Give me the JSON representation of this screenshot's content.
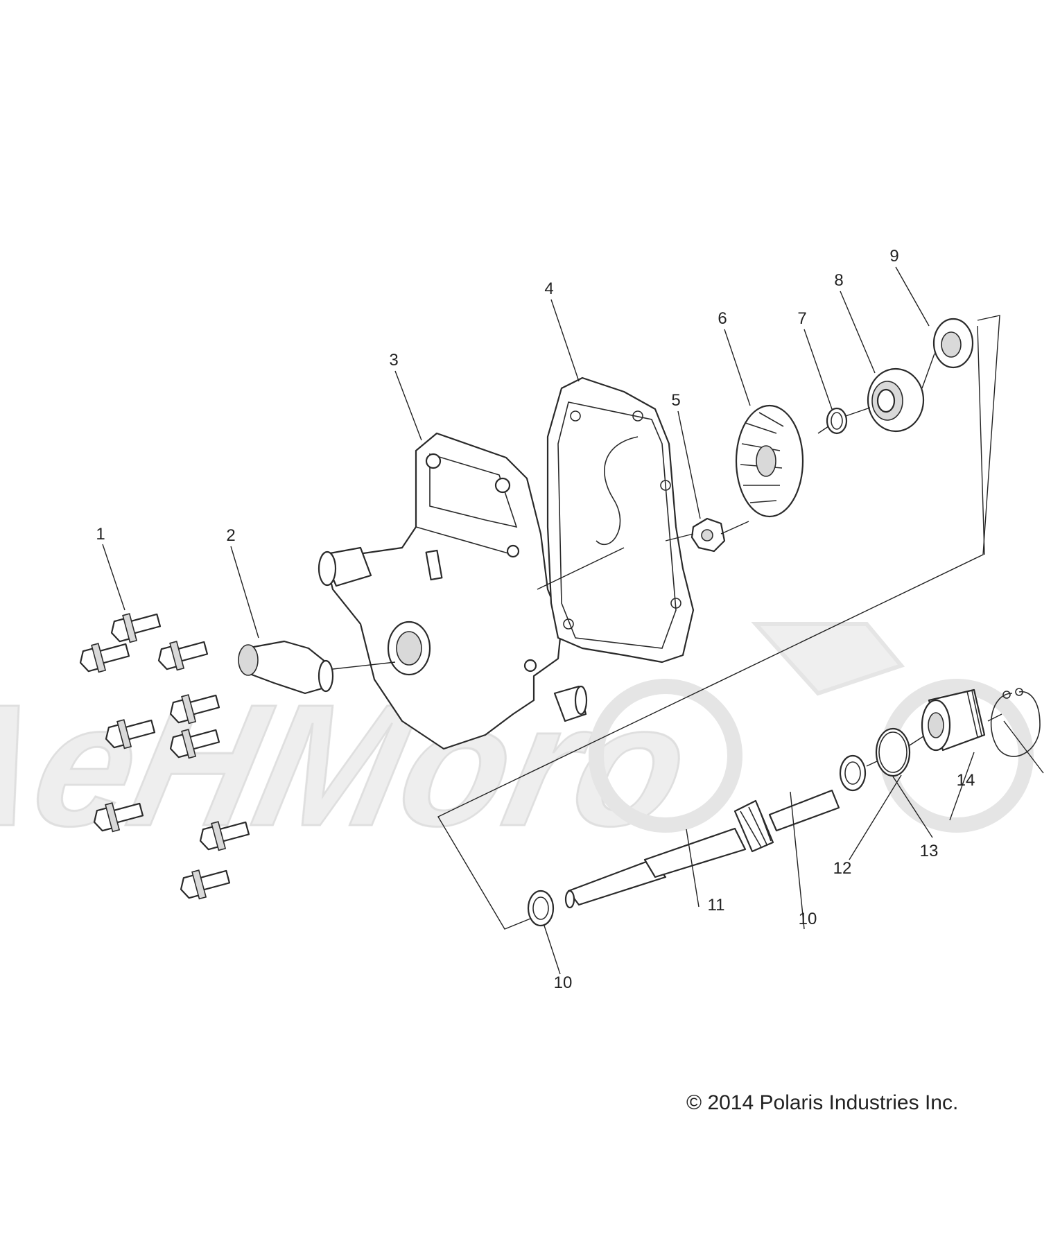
{
  "callouts": {
    "c1": "1",
    "c2": "2",
    "c3": "3",
    "c4": "4",
    "c5": "5",
    "c6": "6",
    "c7": "7",
    "c8": "8",
    "c9": "9",
    "c10a": "10",
    "c10b": "10",
    "c11": "11",
    "c12": "12",
    "c13": "13",
    "c14": "14"
  },
  "watermark": "AeHMoro",
  "copyright": "© 2014 Polaris Industries Inc."
}
